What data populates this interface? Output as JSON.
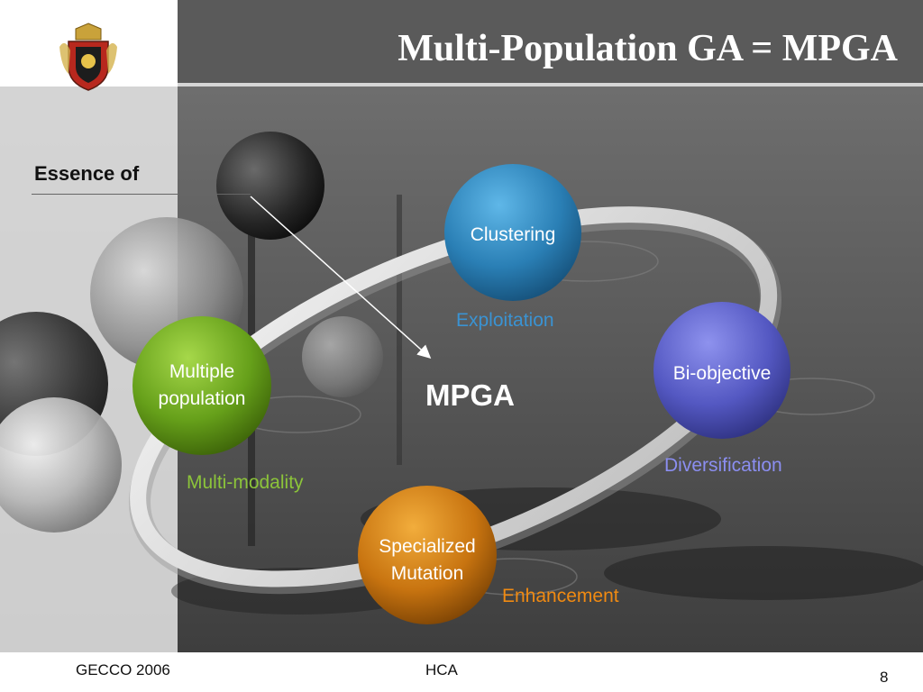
{
  "slide": {
    "title": "Multi-Population GA = MPGA",
    "essence_label": "Essence of",
    "center_label": "MPGA"
  },
  "nodes": {
    "clustering": {
      "label": "Clustering",
      "caption": "Exploitation",
      "color": "#2f7fb3",
      "caption_color": "#3a93d3"
    },
    "biobjective": {
      "label": "Bi-objective",
      "caption": "Diversification",
      "color": "#5a5ec4",
      "caption_color": "#8b8ef0"
    },
    "multiple": {
      "label_line1": "Multiple",
      "label_line2": "population",
      "caption": "Multi-modality",
      "color": "#6aa01c",
      "caption_color": "#8cc43a"
    },
    "mutation": {
      "label_line1": "Specialized",
      "label_line2": "Mutation",
      "caption": "Enhancement",
      "color": "#c9770f",
      "caption_color": "#f08a12"
    }
  },
  "footer": {
    "left": "GECCO 2006",
    "middle": "HCA",
    "page_number": "8"
  }
}
